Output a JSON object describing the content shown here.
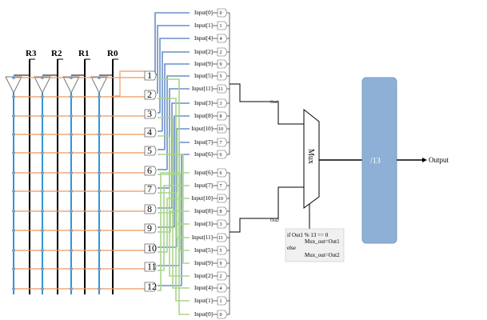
{
  "registers": [
    "R3",
    "R2",
    "R1",
    "R0"
  ],
  "mux_inputs": [
    "1",
    "2",
    "3",
    "4",
    "5",
    "6",
    "7",
    "8",
    "9",
    "10",
    "11",
    "12"
  ],
  "top_pins": [
    {
      "label": "Input[0]",
      "num": "0"
    },
    {
      "label": "Input[1]",
      "num": "1"
    },
    {
      "label": "Input[4]",
      "num": "4"
    },
    {
      "label": "Input[2]",
      "num": "2"
    },
    {
      "label": "Input[9]",
      "num": "9"
    },
    {
      "label": "Input[5]",
      "num": "5"
    },
    {
      "label": "Input[11]",
      "num": "11"
    },
    {
      "label": "Input[3]",
      "num": "3"
    },
    {
      "label": "Input[8]",
      "num": "8"
    },
    {
      "label": "Input[10]",
      "num": "10"
    },
    {
      "label": "Input[7]",
      "num": "7"
    },
    {
      "label": "Input[6]",
      "num": "6"
    }
  ],
  "bottom_pins": [
    {
      "label": "Input[6]",
      "num": "6"
    },
    {
      "label": "Input[7]",
      "num": "7"
    },
    {
      "label": "Input[10]",
      "num": "10"
    },
    {
      "label": "Input[8]",
      "num": "8"
    },
    {
      "label": "Input[3]",
      "num": "3"
    },
    {
      "label": "Input[11]",
      "num": "11"
    },
    {
      "label": "Input[5]",
      "num": "5"
    },
    {
      "label": "Input[9]",
      "num": "9"
    },
    {
      "label": "Input[2]",
      "num": "2"
    },
    {
      "label": "Input[4]",
      "num": "4"
    },
    {
      "label": "Input[1]",
      "num": "1"
    },
    {
      "label": "Input[0]",
      "num": "0"
    }
  ],
  "out1_label": "Out1",
  "out2_label": "Out2",
  "mux_label": "Mux",
  "divider_label": "/13",
  "output_label": "Output",
  "condition_lines": [
    "if Out1 % 13 == 0",
    "Mux_out=Out1",
    "else",
    "Mux_out=Out2"
  ],
  "colors": {
    "blue_wire": "#6a8fc6",
    "green_wire": "#a9d58a",
    "orange_wire": "#ec9a62",
    "register_line_blue": "#2e96d2",
    "register_line_black": "#000000",
    "divider_fill": "#8fb0d6",
    "divider_stroke": "#7a9cc6"
  }
}
